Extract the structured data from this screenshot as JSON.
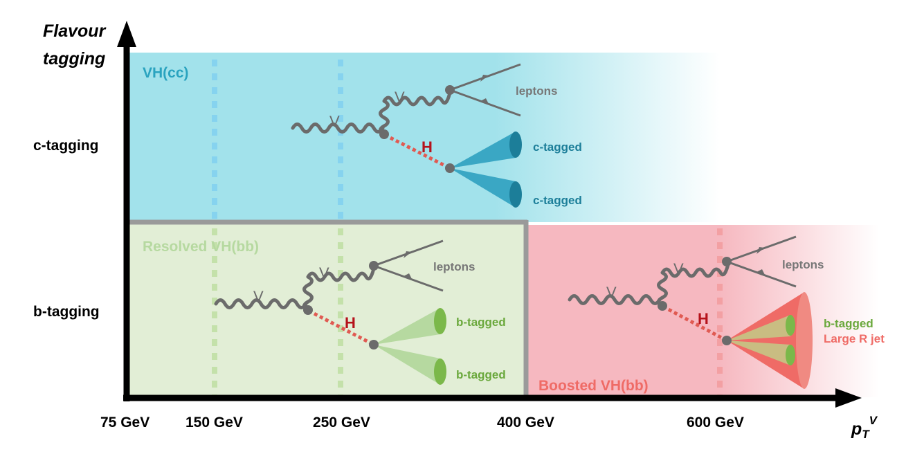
{
  "axes": {
    "y_title_line1": "Flavour",
    "y_title_line2": "tagging",
    "x_title": "p",
    "x_title_sub": "T",
    "x_title_sup": "V",
    "y_ticks": [
      "c-tagging",
      "b-tagging"
    ],
    "x_ticks": [
      "75 GeV",
      "150 GeV",
      "250 GeV",
      "400 GeV",
      "600 GeV"
    ]
  },
  "regions": {
    "vhcc": "VH(cc)",
    "resolved": "Resolved VH(bb)",
    "boosted": "Boosted VH(bb)"
  },
  "labels": {
    "v": "V",
    "h": "H",
    "leptons": "leptons",
    "c_tagged": "c-tagged",
    "b_tagged": "b-tagged",
    "large_r_jet": "Large R jet"
  },
  "colors": {
    "vhcc_region": "#a2e2eb",
    "resolved_region": "#e2eed6",
    "boosted_region": "#f6b8c0",
    "c_jet": "#3aa7c4",
    "b_jet": "#7bb84a",
    "large_r": "#ef6b66",
    "higgs_line": "#e05a52",
    "boson": "#6b6b6b"
  }
}
